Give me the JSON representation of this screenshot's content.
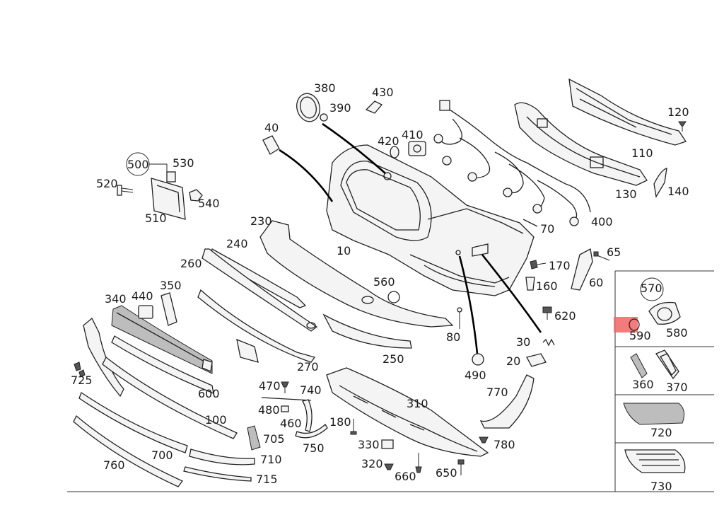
{
  "callouts": {
    "c10": "10",
    "c20": "20",
    "c30": "30",
    "c40": "40",
    "c60": "60",
    "c65": "65",
    "c70": "70",
    "c80": "80",
    "c100": "100",
    "c110": "110",
    "c120": "120",
    "c130": "130",
    "c140": "140",
    "c160": "160",
    "c170": "170",
    "c180": "180",
    "c230": "230",
    "c240": "240",
    "c250": "250",
    "c260": "260",
    "c270": "270",
    "c310": "310",
    "c320": "320",
    "c330": "330",
    "c340": "340",
    "c350": "350",
    "c360": "360",
    "c370": "370",
    "c380": "380",
    "c390": "390",
    "c400": "400",
    "c410": "410",
    "c420": "420",
    "c430": "430",
    "c440": "440",
    "c460": "460",
    "c470": "470",
    "c480": "480",
    "c490": "490",
    "c500": "500",
    "c510": "510",
    "c520": "520",
    "c530": "530",
    "c540": "540",
    "c560": "560",
    "c570": "570",
    "c580": "580",
    "c590": "590",
    "c600": "600",
    "c620": "620",
    "c650": "650",
    "c660": "660",
    "c700": "700",
    "c705": "705",
    "c710": "710",
    "c715": "715",
    "c720": "720",
    "c725": "725",
    "c730": "730",
    "c740": "740",
    "c750": "750",
    "c760": "760",
    "c770": "770",
    "c780": "780"
  },
  "colors": {
    "highlight": "#f26d6d",
    "line": "#222222",
    "background": "#ffffff"
  }
}
